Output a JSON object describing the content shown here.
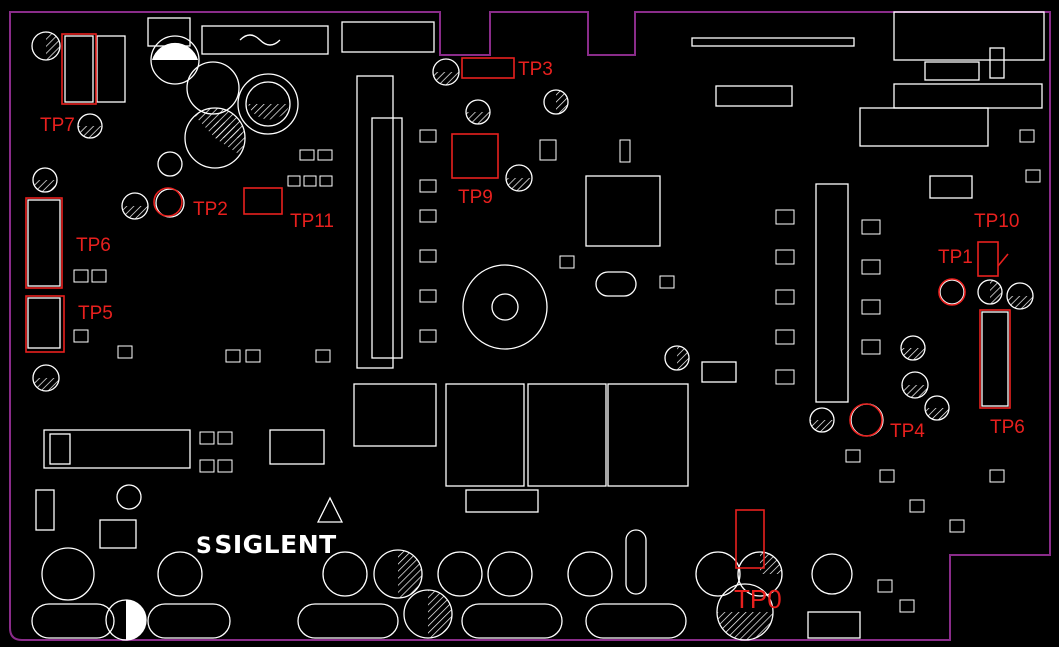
{
  "logo": {
    "text": "SIGLENT",
    "mark": "S"
  },
  "test_points": {
    "tp0": "TP0",
    "tp1": "TP1",
    "tp2": "TP2",
    "tp3": "TP3",
    "tp4": "TP4",
    "tp5": "TP5",
    "tp6_left": "TP6",
    "tp6_right": "TP6",
    "tp7": "TP7",
    "tp9": "TP9",
    "tp10": "TP10",
    "tp11": "TP11"
  },
  "colors": {
    "background": "#000000",
    "silkscreen": "#ffffff",
    "board_outline": "#8a2c8a",
    "marker": "#e8201e"
  }
}
